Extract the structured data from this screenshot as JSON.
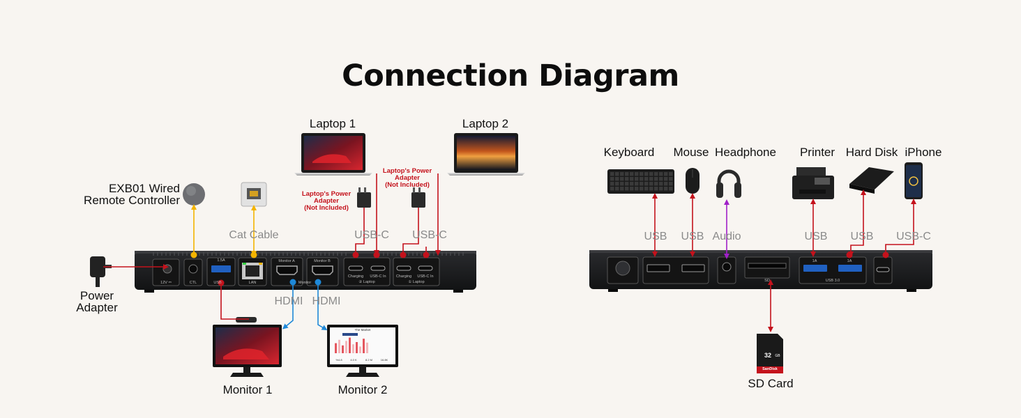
{
  "title": "Connection Diagram",
  "left_dock": {
    "remote": "EXB01 Wired\nRemote Controller",
    "power_adapter": "Power\nAdapter",
    "cat_cable": "Cat Cable",
    "laptop1": "Laptop 1",
    "laptop2": "Laptop 2",
    "laptop_adapter_note": "Laptop's Power\nAdapter\n(Not Included)",
    "usbc": "USB-C",
    "hdmi": "HDMI",
    "monitor1": "Monitor 1",
    "monitor2": "Monitor 2",
    "port_labels": {
      "dc": "12V ⎓",
      "ctl": "CTL",
      "usb": "USB",
      "usb_rating": "1.5A",
      "lan": "LAN",
      "monitor_a": "Monitor A",
      "monitor_b": "Monitor B",
      "monitor": "Monitor",
      "charging": "Charging",
      "usbc_in": "USB-C In",
      "laptop2_group": "② Laptop",
      "laptop1_group": "① Laptop"
    },
    "monitor2_screen": {
      "heading": "The Market",
      "stats": [
        "%4.8",
        "4.0 K",
        "8.2 M",
        "16.8K"
      ]
    }
  },
  "right_dock": {
    "keyboard": "Keyboard",
    "mouse": "Mouse",
    "headphone": "Headphone",
    "printer": "Printer",
    "hard_disk": "Hard Disk",
    "iphone": "iPhone",
    "usb": "USB",
    "audio": "Audio",
    "usbc": "USB-C",
    "sd_card": "SD Card",
    "port_labels": {
      "usb30": "USB 3.0",
      "rating_1a": "1A",
      "sd": "SD"
    },
    "sd_card_print": {
      "brand": "SanDisk",
      "capacity": "32",
      "unit": "GB"
    }
  },
  "colors": {
    "background": "#f8f5f1",
    "red_connector": "#c4121c",
    "yellow_connector": "#f4b400",
    "blue_connector": "#1e88d8",
    "purple_connector": "#a020c8",
    "dock_body": "#1b1c1e",
    "label_gray": "#8a8a8a"
  }
}
